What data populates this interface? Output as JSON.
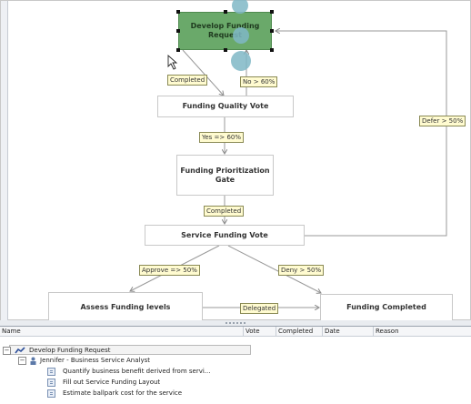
{
  "diagram": {
    "nodes": {
      "develop_funding_request": "Develop Funding\nRequest",
      "funding_quality_vote": "Funding Quality Vote",
      "funding_prioritization_gate": "Funding Prioritization\nGate",
      "service_funding_vote": "Service Funding Vote",
      "assess_funding_levels": "Assess Funding levels",
      "funding_completed": "Funding Completed"
    },
    "edge_labels": {
      "completed_1": "Completed",
      "no_gt_60": "No > 60%",
      "yes_gte_60": "Yes => 60%",
      "completed_2": "Completed",
      "defer_gt_50": "Defer > 50%",
      "approve_gte_50": "Approve => 50%",
      "deny_gt_50": "Deny > 50%",
      "delegated": "Delegated"
    },
    "colors": {
      "selected_node": "#6aa96a",
      "edge_label_bg": "#fffbd0",
      "highlight_circle": "#7fb7c6"
    }
  },
  "panel": {
    "columns": {
      "name": "Name",
      "vote": "Vote",
      "completed": "Completed",
      "date": "Date",
      "reason": "Reason"
    },
    "rows": [
      {
        "text": "Develop Funding Request",
        "icon": "workflow-icon"
      },
      {
        "text": "Jennifer - Business Service Analyst",
        "icon": "user-icon"
      },
      {
        "text": "Quantify business benefit derived from servi...",
        "icon": "task-icon"
      },
      {
        "text": "Fill out Service Funding Layout",
        "icon": "task-icon"
      },
      {
        "text": "Estimate ballpark cost for the service",
        "icon": "task-icon"
      }
    ]
  }
}
